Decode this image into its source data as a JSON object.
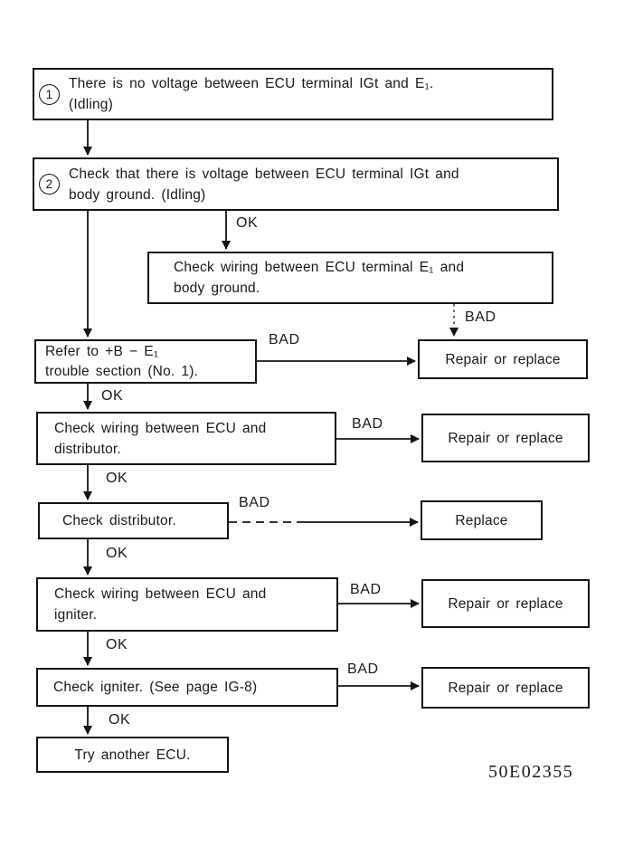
{
  "figure_code": "50E02355",
  "colors": {
    "ink": "#1a1a1a",
    "paper": "#ffffff"
  },
  "flow": {
    "nodes": {
      "step1": {
        "badge": "1",
        "line1": "There is no voltage between ECU terminal IGt and E₁.",
        "line2": "(Idling)"
      },
      "step2": {
        "badge": "2",
        "line1": "Check that there is voltage between ECU terminal IGt and",
        "line2": "body ground. (Idling)"
      },
      "checkWiringE1Ground": {
        "line1": "Check wiring between ECU terminal E₁ and",
        "line2": "body ground."
      },
      "referToBE1": {
        "line1": "Refer to +B − E₁",
        "line2": "trouble section (No. 1)."
      },
      "repair1": {
        "line1": "Repair or replace"
      },
      "checkWiringDistributor": {
        "line1": "Check wiring between ECU and",
        "line2": "distributor."
      },
      "repair2": {
        "line1": "Repair or replace"
      },
      "checkDistributor": {
        "line1": "Check distributor."
      },
      "replace": {
        "line1": "Replace"
      },
      "checkWiringIgniter": {
        "line1": "Check wiring between ECU and",
        "line2": "igniter."
      },
      "repair3": {
        "line1": "Repair or replace"
      },
      "checkIgniter": {
        "line1": "Check igniter. (See page IG-8)"
      },
      "repair4": {
        "line1": "Repair or replace"
      },
      "tryAnotherEcu": {
        "line1": "Try another ECU."
      }
    },
    "edges": [
      {
        "from": "step2",
        "to": "checkWiringE1Ground",
        "label": "OK"
      },
      {
        "from": "checkWiringE1Ground",
        "to": "repair1",
        "label": "BAD",
        "style": "dashed"
      },
      {
        "from": "referToBE1",
        "to": "repair1",
        "label": "BAD"
      },
      {
        "from": "referToBE1",
        "to": "checkWiringDistributor",
        "label": "OK"
      },
      {
        "from": "checkWiringDistributor",
        "to": "repair2",
        "label": "BAD"
      },
      {
        "from": "checkWiringDistributor",
        "to": "checkDistributor",
        "label": "OK"
      },
      {
        "from": "checkDistributor",
        "to": "replace",
        "label": "BAD"
      },
      {
        "from": "checkDistributor",
        "to": "checkWiringIgniter",
        "label": "OK"
      },
      {
        "from": "checkWiringIgniter",
        "to": "repair3",
        "label": "BAD"
      },
      {
        "from": "checkWiringIgniter",
        "to": "checkIgniter",
        "label": "OK"
      },
      {
        "from": "checkIgniter",
        "to": "repair4",
        "label": "BAD"
      },
      {
        "from": "checkIgniter",
        "to": "tryAnotherEcu",
        "label": "OK"
      }
    ]
  }
}
